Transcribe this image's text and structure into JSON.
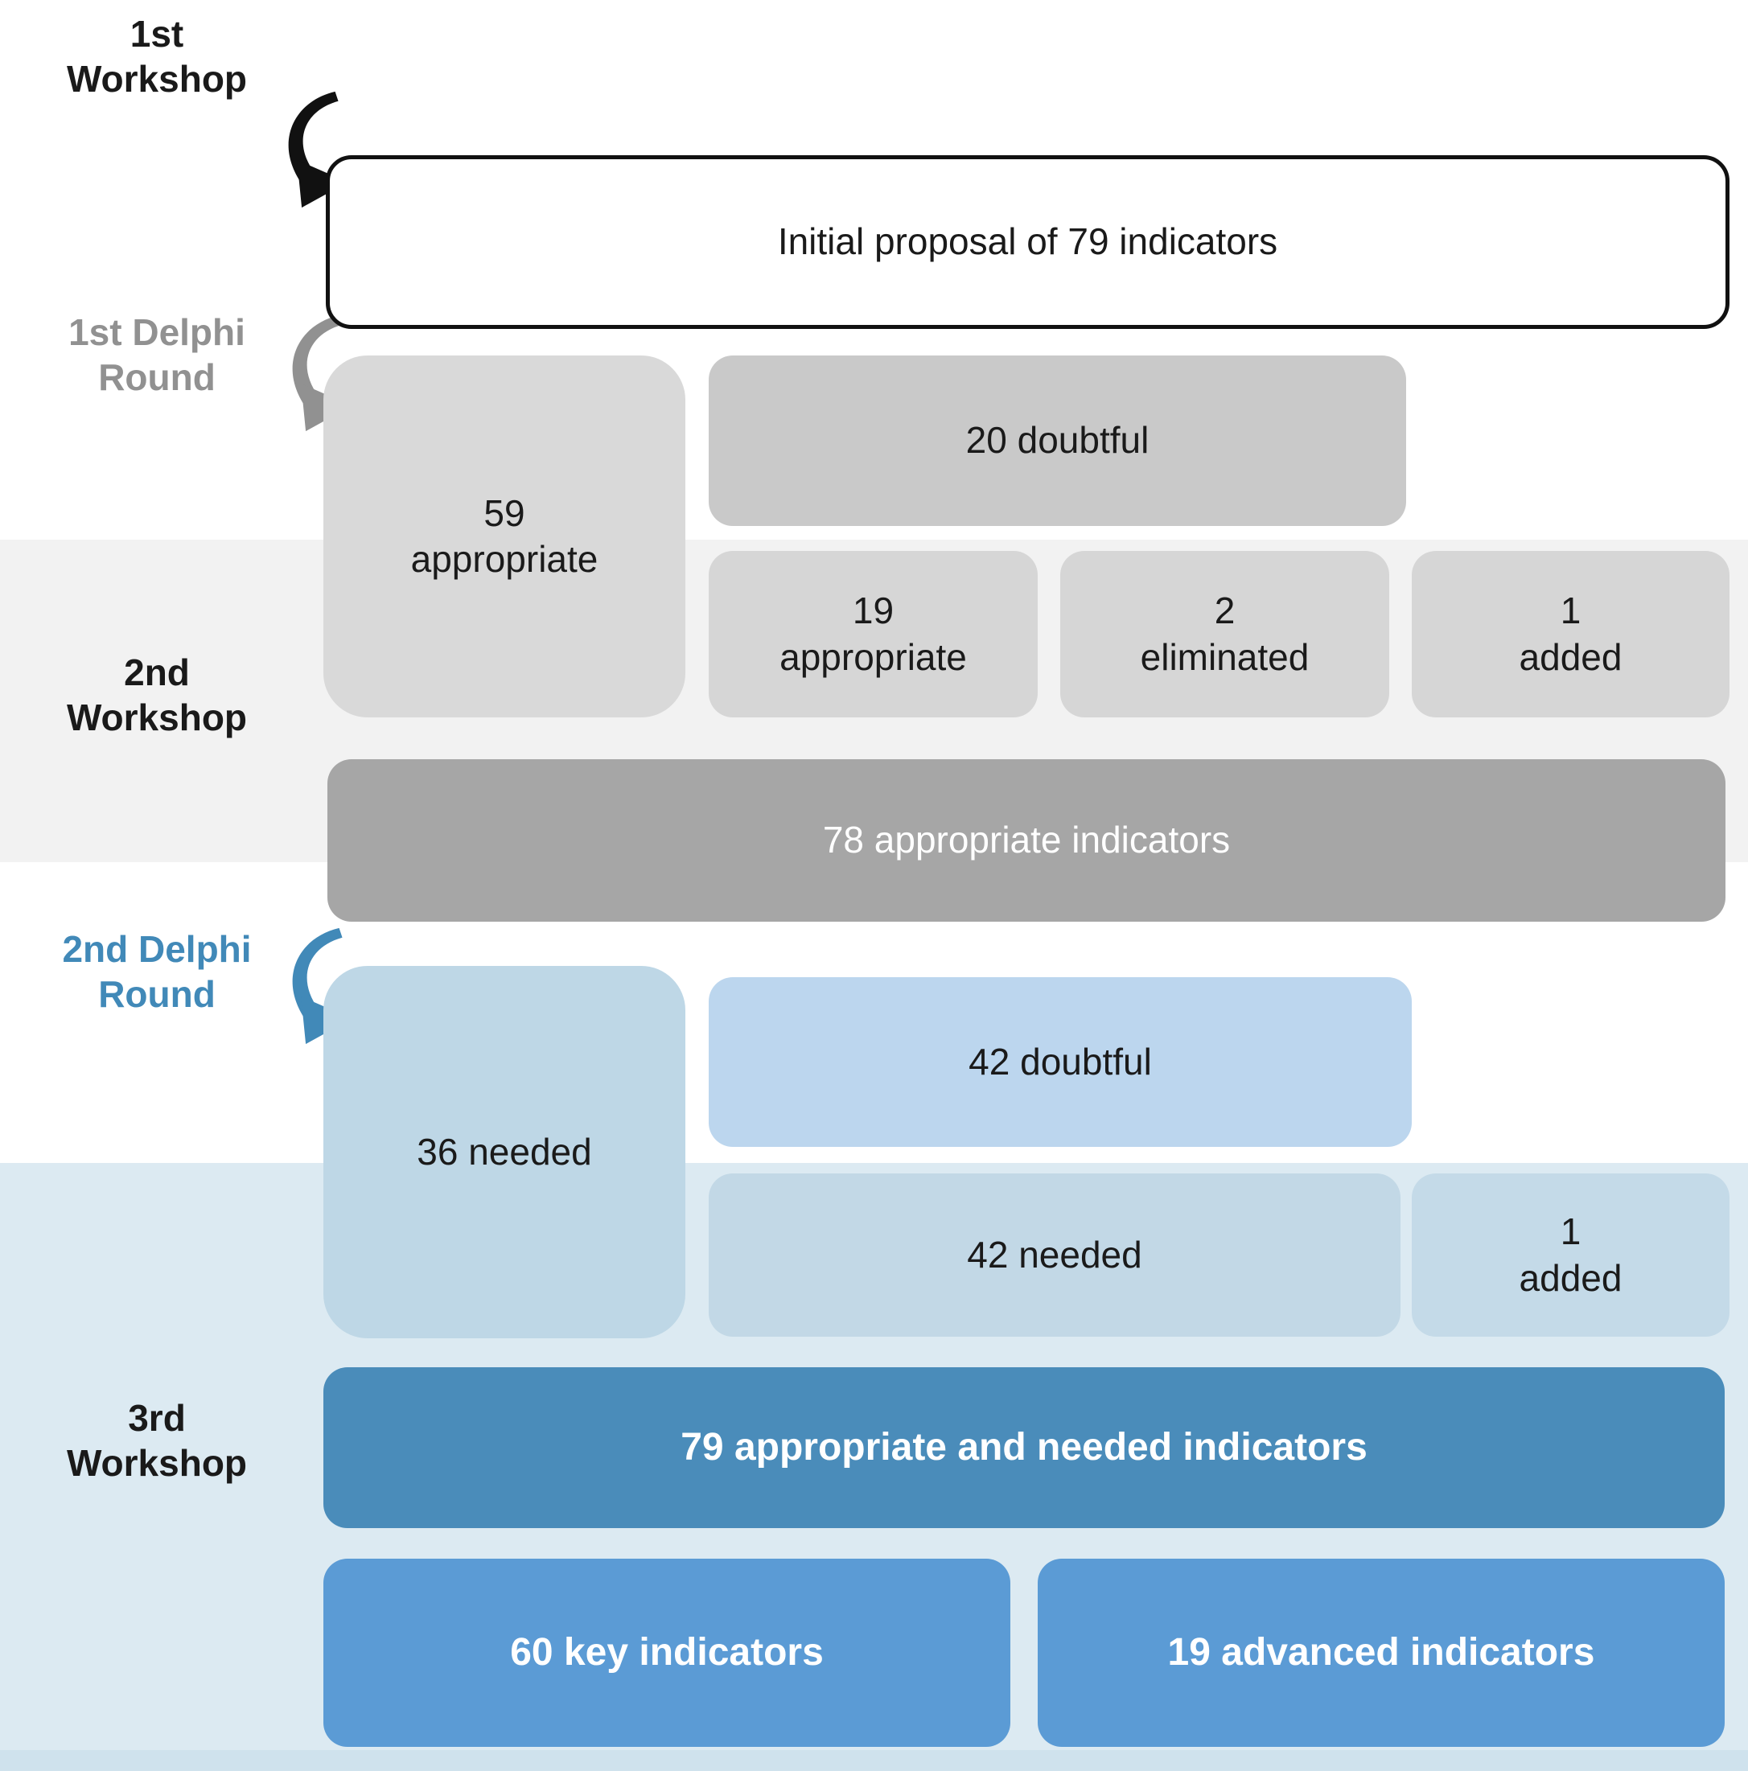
{
  "stages": [
    {
      "id": "workshop-1",
      "label": "1st\nWorkshop",
      "color": "#1a1a1a"
    },
    {
      "id": "delphi-1",
      "label": "1st Delphi\nRound",
      "color": "#919191"
    },
    {
      "id": "workshop-2",
      "label": "2nd\nWorkshop",
      "color": "#1a1a1a"
    },
    {
      "id": "delphi-2",
      "label": "2nd Delphi\nRound",
      "color": "#4189b8"
    },
    {
      "id": "workshop-3",
      "label": "3rd\nWorkshop",
      "color": "#1a1a1a"
    }
  ],
  "boxes": {
    "initial_proposal": "Initial proposal of 79 indicators",
    "appropriate_59": "59\nappropriate",
    "doubtful_20": "20 doubtful",
    "appropriate_19": "19\nappropriate",
    "eliminated_2": "2\neliminated",
    "added_1_round1": "1\nadded",
    "appropriate_78": "78 appropriate indicators",
    "needed_36": "36 needed",
    "doubtful_42": "42 doubtful",
    "needed_42": "42 needed",
    "added_1_round2": "1\nadded",
    "appropriate_needed_79": "79 appropriate and needed indicators",
    "key_60": "60 key indicators",
    "advanced_19": "19 advanced indicators"
  },
  "icons": {
    "arrow_workshop1": "curved-arrow-black",
    "arrow_delphi1": "curved-arrow-gray",
    "arrow_delphi2": "curved-arrow-blue"
  },
  "palette": {
    "white_box_border": "#111111",
    "light_gray_box": "#d9d9d9",
    "mid_gray_box": "#c9c9c9",
    "band_gray": "#f2f2f2",
    "dark_gray_box": "#a6a6a6",
    "light_blue_box": "#bed7e6",
    "doubtful_blue_box": "#bcd6ee",
    "band_pale_blue": "#dceaf2",
    "steel_blue_box": "#4a8cba",
    "bright_blue_box": "#5b9bd5",
    "gray_label": "#919191",
    "blue_label": "#4189b8"
  }
}
